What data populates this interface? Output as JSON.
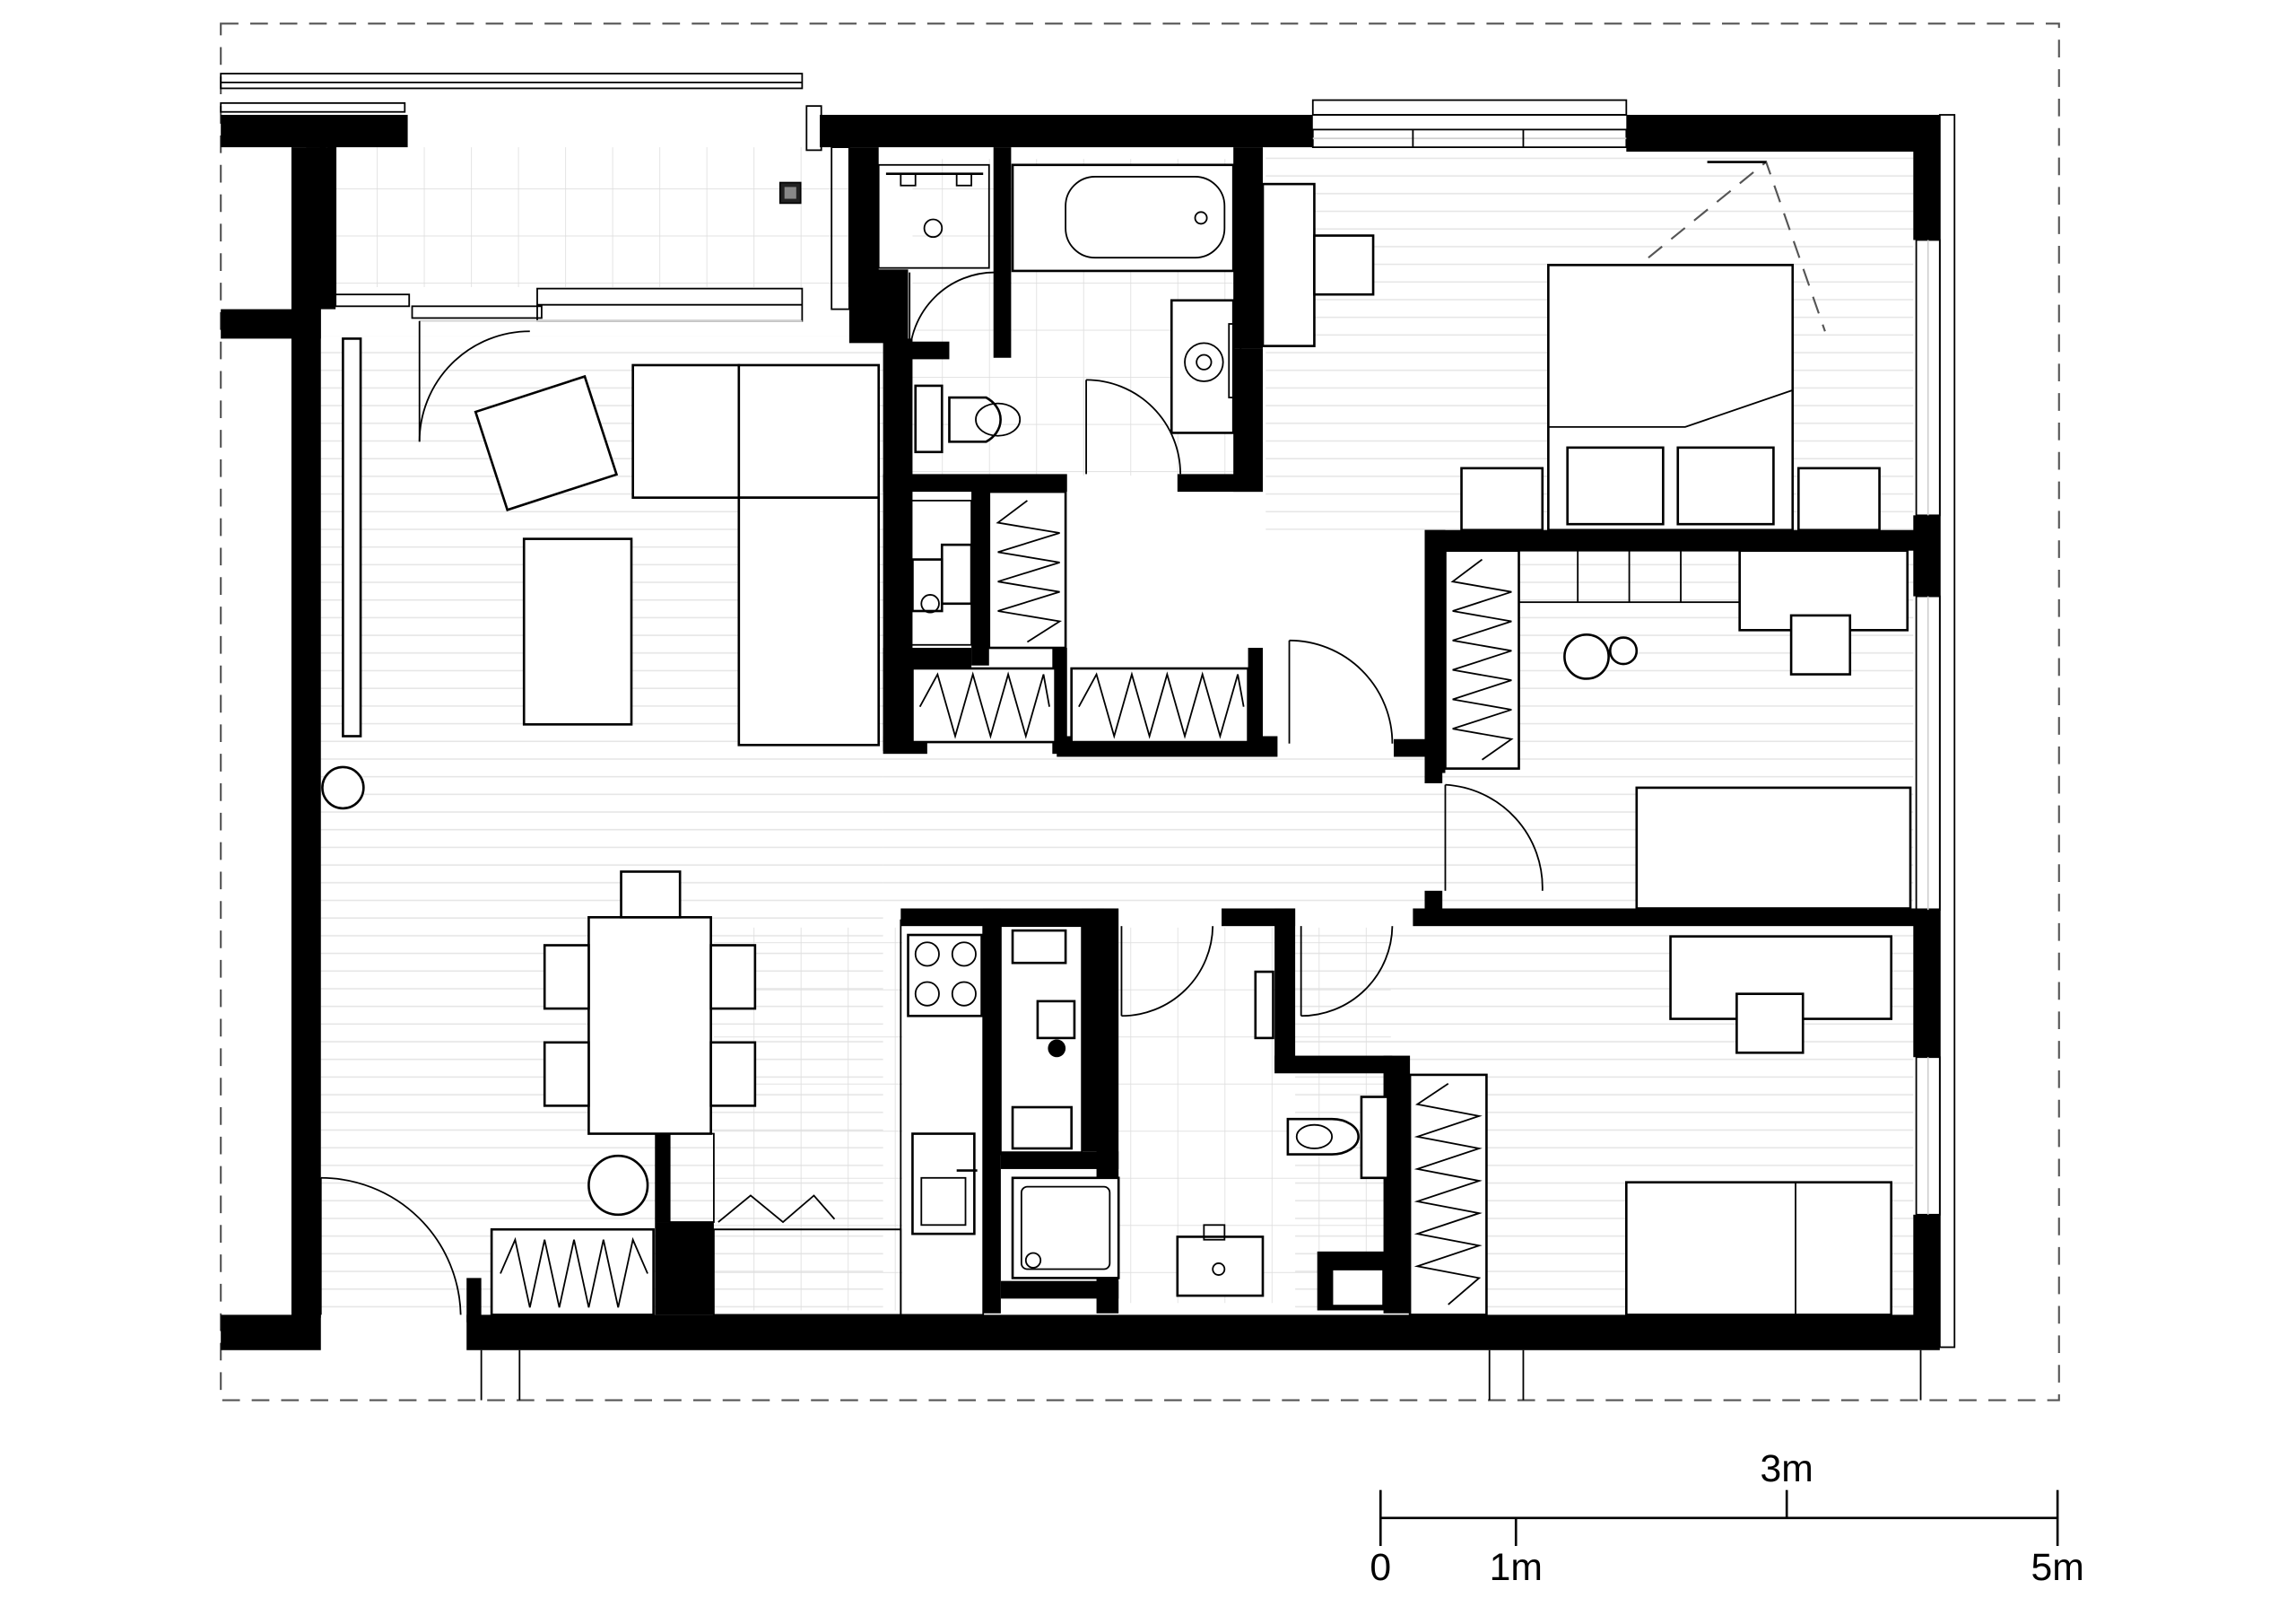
{
  "scale_bar": {
    "label_top": "3m",
    "label_start": "0",
    "label_1m": "1m",
    "label_end": "5m"
  }
}
